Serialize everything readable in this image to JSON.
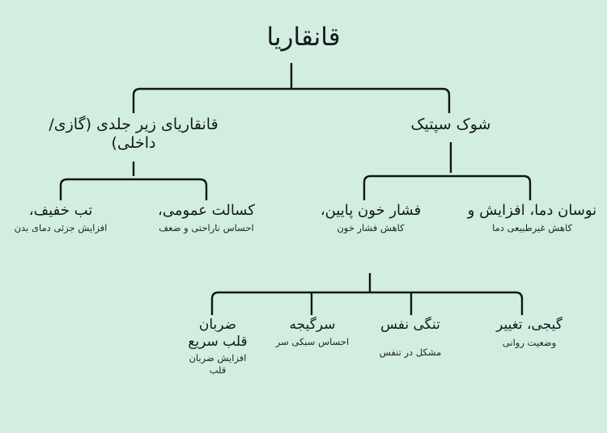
{
  "theme": {
    "background_color": "#d2eee1",
    "line_color": "#111517",
    "text_color": "#15191c"
  },
  "diagram": {
    "type": "tree",
    "direction": "rtl",
    "root": {
      "label": "قانقاریا"
    },
    "level1": [
      {
        "label": "قانقاریای زیر جلدی (گازی/داخلی)"
      },
      {
        "label": "شوک سپتیک"
      }
    ],
    "level2": [
      {
        "label": "تب خفیف،",
        "sub": "افزایش جزئی دمای بدن"
      },
      {
        "label": "کسالت عمومی،",
        "sub": "احساس ناراحتی و ضعف"
      },
      {
        "label": "فشار خون پایین،",
        "sub": "کاهش فشار خون"
      },
      {
        "label": "نوسان دما، افزایش و",
        "sub": "کاهش غیرطبیعی دما"
      }
    ],
    "level3": [
      {
        "label": "ضربان قلب سریع",
        "sub": "افزایش ضربان قلب"
      },
      {
        "label": "سرگیجه",
        "sub": "احساس سبکی سر"
      },
      {
        "label": "تنگی نفس",
        "sub": "مشکل در تنفس"
      },
      {
        "label": "گیجی، تغییر",
        "sub": "وضعیت روانی"
      }
    ]
  }
}
